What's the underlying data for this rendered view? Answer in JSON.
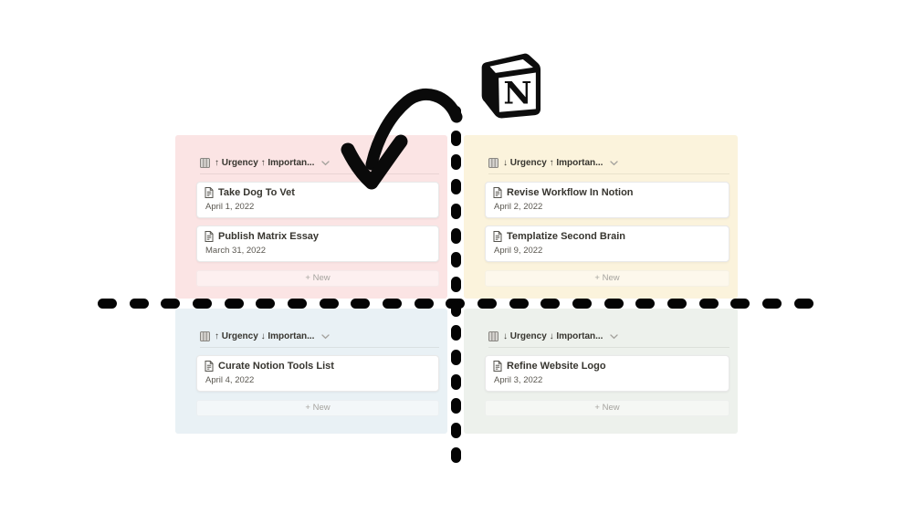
{
  "logo": {
    "letter": "N"
  },
  "axes": {
    "color": "#040404"
  },
  "matrix": {
    "quadrants": [
      {
        "name": "urgent-important",
        "bg": "#FBE4E4",
        "header_label": "↑ Urgency ↑ Importan...",
        "cards": [
          {
            "title": "Take Dog To Vet",
            "date": "April 1, 2022"
          },
          {
            "title": "Publish Matrix Essay",
            "date": "March 31, 2022"
          }
        ],
        "new_button": "+ New"
      },
      {
        "name": "not-urgent-important",
        "bg": "#FBF3DC",
        "header_label": "↓ Urgency ↑ Importan...",
        "cards": [
          {
            "title": "Revise Workflow In Notion",
            "date": "April 2, 2022"
          },
          {
            "title": "Templatize Second Brain",
            "date": "April 9, 2022"
          }
        ],
        "new_button": "+ New"
      },
      {
        "name": "urgent-not-important",
        "bg": "#E9F1F5",
        "header_label": "↑ Urgency ↓ Importan...",
        "cards": [
          {
            "title": "Curate Notion Tools List",
            "date": "April 4, 2022"
          }
        ],
        "new_button": "+ New"
      },
      {
        "name": "not-urgent-not-important",
        "bg": "#EDF1EC",
        "header_label": "↓ Urgency ↓ Importan...",
        "cards": [
          {
            "title": "Refine Website Logo",
            "date": "April 3, 2022"
          }
        ],
        "new_button": "+ New"
      }
    ]
  }
}
